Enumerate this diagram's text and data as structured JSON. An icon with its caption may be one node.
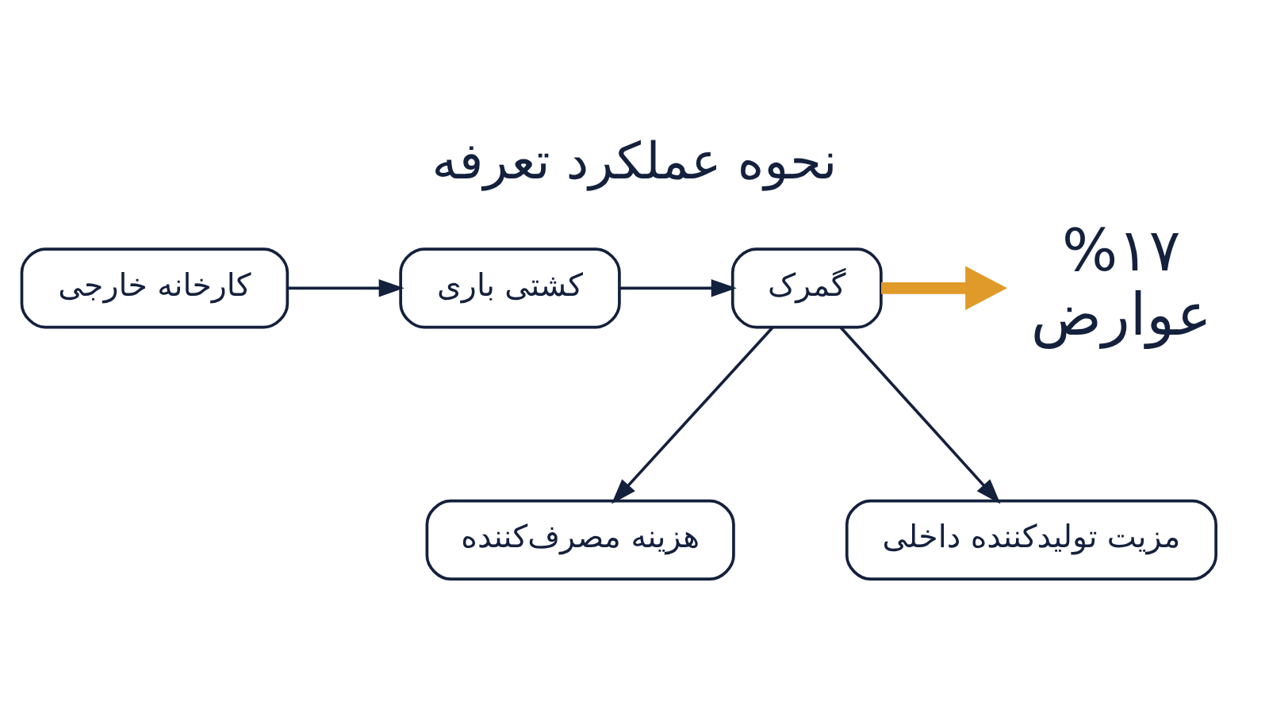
{
  "diagram": {
    "title": "نحوه عملکرد تعرفه",
    "nodes": [
      {
        "text": [
          "کارخانه خارجی"
        ]
      },
      {
        "text": [
          "کشتی باری"
        ]
      },
      {
        "text": [
          "گمرک"
        ]
      },
      {
        "text": [
          "%۱۷",
          "عوارض"
        ]
      },
      {
        "text": [
          "هزینه مصرف‌کننده"
        ]
      },
      {
        "text": [
          "مزیت تولیدکننده داخلی"
        ]
      }
    ],
    "edges": [
      {
        "from": 0,
        "to": 1,
        "arrow": "to"
      },
      {
        "from": 1,
        "to": 2,
        "arrow": "to"
      },
      {
        "from": 2,
        "to": 3,
        "arrow": "to",
        "style": "thick",
        "color": "#e09a2a"
      },
      {
        "from": 2,
        "to": 4,
        "arrow": "to"
      },
      {
        "from": 2,
        "to": 5,
        "arrow": "to"
      }
    ]
  }
}
